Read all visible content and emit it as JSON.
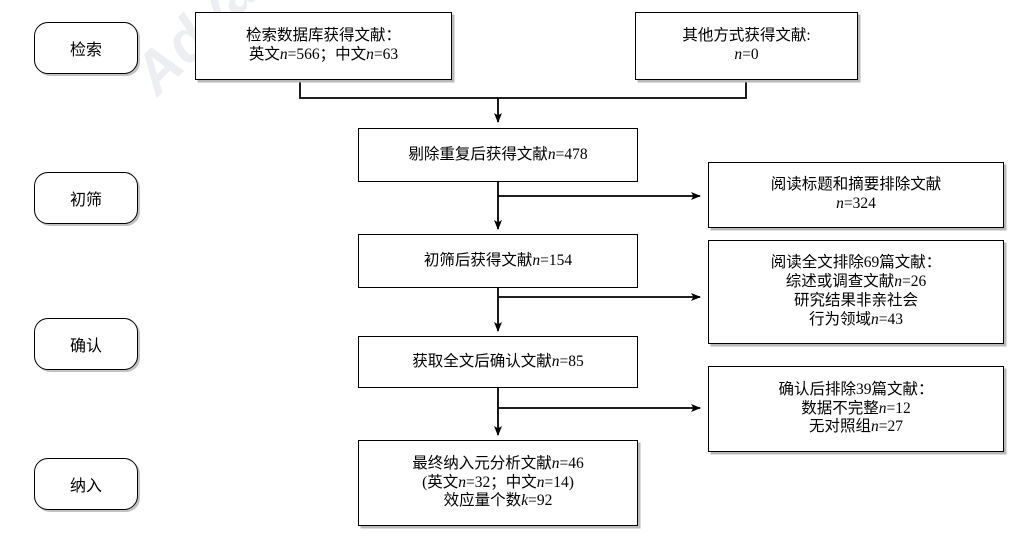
{
  "figure": {
    "type": "prisma-flow-diagram",
    "language": "zh-CN",
    "watermark": "Advances",
    "watermark2": "Advances in"
  },
  "stages": [
    {
      "id": "identification",
      "label": "检索"
    },
    {
      "id": "screening",
      "label": "初筛"
    },
    {
      "id": "eligibility",
      "label": "确认"
    },
    {
      "id": "included",
      "label": "纳入"
    }
  ],
  "sources": [
    {
      "id": "database-search",
      "lines": [
        {
          "text": "检索数据库获得文献：",
          "italic_n": false
        },
        {
          "pre": "英文",
          "n1": "n",
          "eq1": "=566；中文",
          "n2": "n",
          "eq2": "=63"
        }
      ],
      "line1": "检索数据库获得文献：",
      "line2_a": "英文",
      "line2_n1": "n",
      "line2_b": "=566；中文",
      "line2_n2": "n",
      "line2_c": "=63"
    },
    {
      "id": "other-sources",
      "line1": "其他方式获得文献:",
      "line2_n": "n",
      "line2_v": "=0"
    }
  ],
  "flow": [
    {
      "id": "after-duplicates-removed",
      "text_a": "剔除重复后获得文献",
      "italic": "n",
      "text_b": "=478"
    },
    {
      "id": "after-title-abstract-screening",
      "text_a": "初筛后获得文献",
      "italic": "n",
      "text_b": "=154"
    },
    {
      "id": "after-fulltext-confirmation",
      "text_a": "获取全文后确认文献",
      "italic": "n",
      "text_b": "=85"
    },
    {
      "id": "final-included",
      "l1_a": "最终纳入元分析文献",
      "l1_n": "n",
      "l1_b": "=46",
      "l2_a": "(英文",
      "l2_n1": "n",
      "l2_b": "=32；中文",
      "l2_n2": "n",
      "l2_c": "=14)",
      "l3_a": "效应量个数",
      "l3_k": "k",
      "l3_b": "=92"
    }
  ],
  "exclusions": [
    {
      "id": "excluded-title-abstract",
      "l1": "阅读标题和摘要排除文献",
      "l2_n": "n",
      "l2_v": "=324"
    },
    {
      "id": "excluded-fulltext",
      "l1": "阅读全文排除69篇文献：",
      "l2_a": "综述或调查文献",
      "l2_n": "n",
      "l2_b": "=26",
      "l3": "研究结果非亲社会",
      "l4_a": "行为领域",
      "l4_n": "n",
      "l4_b": "=43"
    },
    {
      "id": "excluded-confirmation",
      "l1": "确认后排除39篇文献：",
      "l2_a": "数据不完整",
      "l2_n": "n",
      "l2_b": "=12",
      "l3_a": "无对照组",
      "l3_n": "n",
      "l3_b": "=27"
    }
  ],
  "counts": {
    "english_retrieved": 566,
    "chinese_retrieved": 63,
    "other_sources": 0,
    "after_deduplication": 478,
    "excluded_title_abstract": 324,
    "after_screening": 154,
    "excluded_fulltext_total": 69,
    "excluded_review_survey": 26,
    "excluded_non_prosocial": 43,
    "confirmed_fulltext": 85,
    "excluded_after_confirmation_total": 39,
    "excluded_incomplete_data": 12,
    "excluded_no_control_group": 27,
    "final_included": 46,
    "final_english": 32,
    "final_chinese": 14,
    "effect_sizes": 92
  },
  "colors": {
    "stroke": "#000000",
    "background": "#ffffff",
    "watermark": "#eceef1",
    "shadow": "#b9b9b9"
  }
}
